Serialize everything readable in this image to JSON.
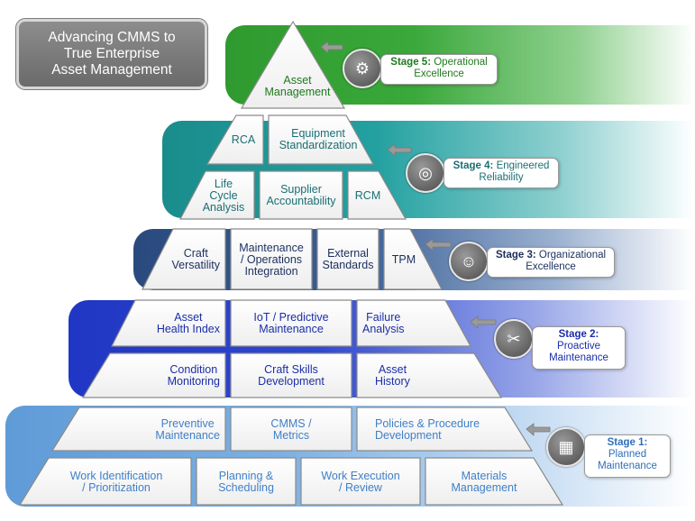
{
  "title": {
    "lines": [
      "Advancing CMMS to",
      "True Enterprise",
      "Asset Management"
    ]
  },
  "colors": {
    "stage5": "#2f9a2f",
    "stage4": "#1f9494",
    "stage3": "#2c4f82",
    "stage2": "#2439c8",
    "stage1": "#6aa2dc"
  },
  "pyramid": {
    "apex": "Asset\nManagement",
    "rows": [
      [
        "RCA",
        "Equipment\nStandardization"
      ],
      [
        "Life\nCycle\nAnalysis",
        "Supplier\nAccountability",
        "RCM"
      ],
      [
        "Craft\nVersatility",
        "Maintenance\n/ Operations\nIntegration",
        "External\nStandards",
        "TPM"
      ],
      [
        "Asset\nHealth Index",
        "IoT / Predictive\nMaintenance",
        "Failure\nAnalysis"
      ],
      [
        "Condition\nMonitoring",
        "Craft Skills\nDevelopment",
        "Asset\nHistory"
      ],
      [
        "Preventive\nMaintenance",
        "CMMS /\nMetrics",
        "Policies & Procedure\nDevelopment"
      ],
      [
        "Work Identification\n/ Prioritization",
        "Planning &\nScheduling",
        "Work Execution\n/ Review",
        "Materials\nManagement"
      ]
    ]
  },
  "stages": [
    {
      "label": "Stage 5:",
      "name": "Operational\nExcellence",
      "icon": "gears-icon"
    },
    {
      "label": "Stage 4:",
      "name": "Engineered\nReliability",
      "icon": "target-icon"
    },
    {
      "label": "Stage 3:",
      "name": "Organizational\nExcellence",
      "icon": "team-icon"
    },
    {
      "label": "Stage 2:",
      "name": "Proactive\nMaintenance",
      "icon": "tools-icon"
    },
    {
      "label": "Stage 1:",
      "name": "Planned\nMaintenance",
      "icon": "calendar-icon"
    }
  ]
}
